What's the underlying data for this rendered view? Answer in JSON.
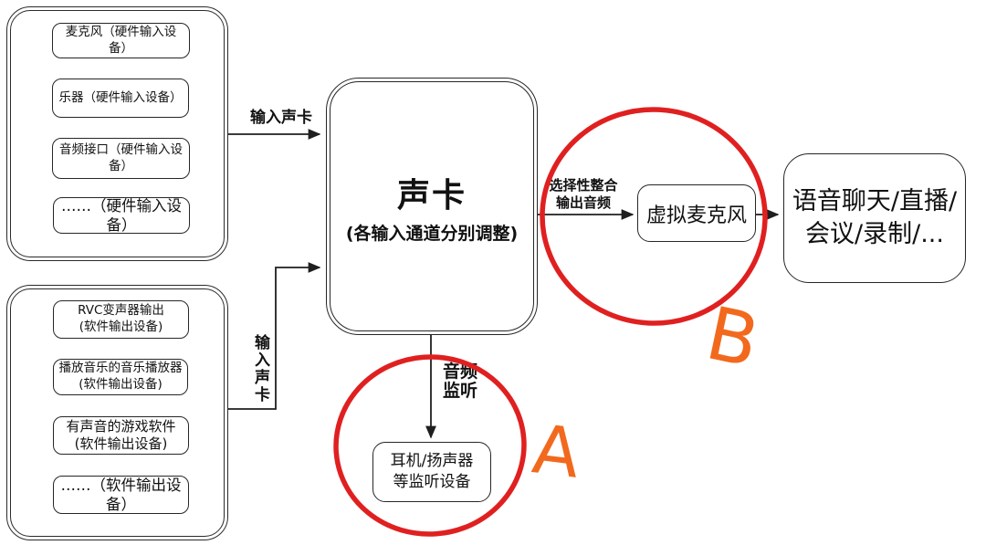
{
  "diagram": {
    "hardware_input_group": {
      "items": [
        "麦克风（硬件输入设备）",
        "乐器（硬件输入设备）",
        "音频接口（硬件输入设备）",
        "……（硬件输入设备）"
      ]
    },
    "software_output_group": {
      "items": [
        {
          "line1": "RVC变声器输出",
          "line2": "(软件输出设备)"
        },
        {
          "line1": "播放音乐的音乐播放器",
          "line2": "(软件输出设备)"
        },
        {
          "line1": "有声音的游戏软件",
          "line2": "(软件输出设备)"
        },
        {
          "line1": "……（软件输出设备）",
          "line2": ""
        }
      ]
    },
    "sound_card": {
      "title": "声卡",
      "subtitle": "(各输入通道分别调整)"
    },
    "virtual_mic_label": "虚拟麦克风",
    "apps_box": {
      "line1": "语音聊天/直播/",
      "line2": "会议/录制/..."
    },
    "monitor_device": {
      "line1": "耳机/扬声器",
      "line2": "等监听设备"
    },
    "edge_labels": {
      "input_top": "输入声卡",
      "input_bottom": "输入声卡",
      "selective_line1": "选择性整合",
      "selective_line2": "输出音频",
      "monitor_line1": "音频",
      "monitor_line2": "监听"
    },
    "annotations": {
      "a": "A",
      "b": "B"
    },
    "colors": {
      "circle_red": "#e02020",
      "letter_orange": "#f2691e",
      "line_black": "#1f1f1f"
    }
  }
}
